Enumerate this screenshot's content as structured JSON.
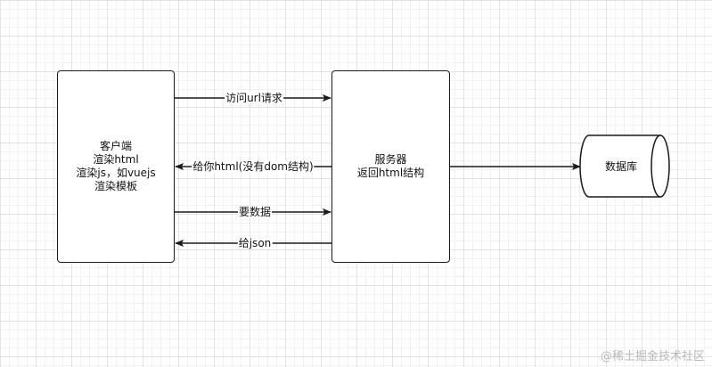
{
  "nodes": {
    "client": {
      "lines": [
        "客户端",
        "渲染html",
        "渲染js，如vuejs",
        "渲染模板"
      ]
    },
    "server": {
      "lines": [
        "服务器",
        "返回html结构"
      ]
    },
    "database": {
      "label": "数据库"
    }
  },
  "edges": [
    {
      "from": "client",
      "to": "server",
      "label": "访问url请求"
    },
    {
      "from": "server",
      "to": "client",
      "label": "给你html(没有dom结构)"
    },
    {
      "from": "client",
      "to": "server",
      "label": "要数据"
    },
    {
      "from": "server",
      "to": "client",
      "label": "给json"
    },
    {
      "from": "server",
      "to": "database",
      "label": ""
    }
  ],
  "watermark": "@稀土掘金技术社区"
}
